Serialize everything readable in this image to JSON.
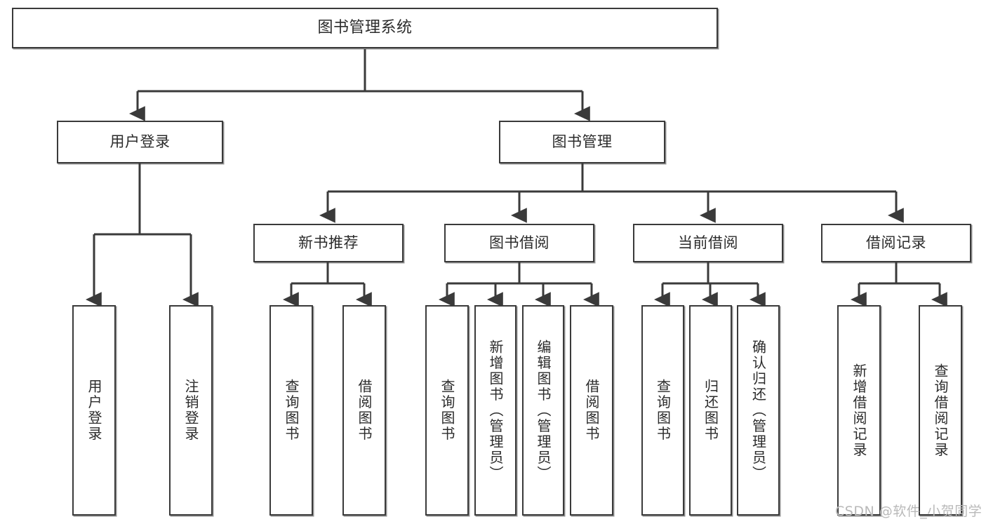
{
  "diagram": {
    "title": "图书管理系统",
    "type": "tree",
    "orientation": "top-down",
    "line_color": "#3a3a3a",
    "box_fill": "#ffffff",
    "text_color": "#2b2b2b"
  },
  "nodes": {
    "root": {
      "label": "图书管理系统"
    },
    "level2": [
      {
        "label": "用户登录"
      },
      {
        "label": "图书管理"
      }
    ],
    "level3": [
      {
        "label": "新书推荐"
      },
      {
        "label": "图书借阅"
      },
      {
        "label": "当前借阅"
      },
      {
        "label": "借阅记录"
      }
    ],
    "leaves": {
      "user_login": [
        {
          "label": "用户登录"
        },
        {
          "label": "注销登录"
        }
      ],
      "new_book": [
        {
          "label": "查询图书"
        },
        {
          "label": "借阅图书"
        }
      ],
      "book_borrow": [
        {
          "label": "查询图书"
        },
        {
          "label": "新增图书（管理员）"
        },
        {
          "label": "编辑图书（管理员）"
        },
        {
          "label": "借阅图书"
        }
      ],
      "current_borrow": [
        {
          "label": "查询图书"
        },
        {
          "label": "归还图书"
        },
        {
          "label": "确认归还（管理员）"
        }
      ],
      "borrow_record": [
        {
          "label": "新增借阅记录"
        },
        {
          "label": "查询借阅记录"
        }
      ]
    }
  },
  "watermark": {
    "text": "CSDN @软件_小贺同学"
  }
}
